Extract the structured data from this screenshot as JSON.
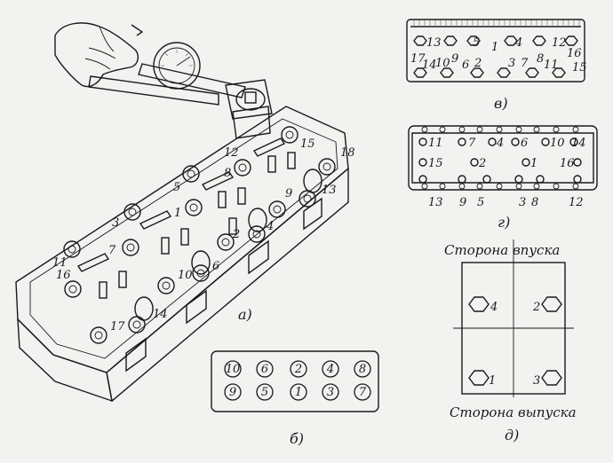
{
  "panels": {
    "a": {
      "caption": "а)"
    },
    "b": {
      "caption": "б)",
      "order": [
        "10",
        "6",
        "2",
        "4",
        "8",
        "9",
        "5",
        "1",
        "3",
        "7"
      ]
    },
    "v": {
      "caption": "в)",
      "top": [
        "13",
        "5",
        "1",
        "4",
        "12",
        "16"
      ],
      "bottom": [
        "17",
        "14",
        "10",
        "9",
        "6",
        "2",
        "3",
        "7",
        "8",
        "11",
        "15"
      ]
    },
    "g": {
      "caption": "г)",
      "top": [
        "11",
        "7",
        "4",
        "6",
        "10",
        "14"
      ],
      "middle": [
        "15",
        "2",
        "1",
        "16"
      ],
      "bottom": [
        "13",
        "9",
        "5",
        "3",
        "8",
        "12"
      ]
    },
    "d": {
      "caption": "д)",
      "intake_label": "Сторона впуска",
      "exhaust_label": "Сторона выпуска",
      "bolts": [
        "4",
        "2",
        "1",
        "3"
      ]
    }
  },
  "head_numbers": [
    "18",
    "15",
    "12",
    "8",
    "5",
    "3",
    "1",
    "13",
    "9",
    "4",
    "2",
    "6",
    "10",
    "11",
    "16",
    "7",
    "14",
    "17"
  ]
}
